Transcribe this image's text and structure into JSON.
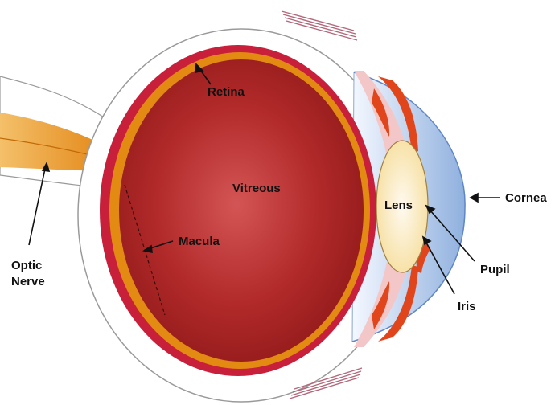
{
  "diagram": {
    "labels": {
      "retina": "Retina",
      "vitreous": "Vitreous",
      "macula": "Macula",
      "lens": "Lens",
      "cornea": "Cornea",
      "pupil": "Pupil",
      "iris": "Iris",
      "optic_nerve_line1": "Optic",
      "optic_nerve_line2": "Nerve"
    },
    "colors": {
      "sclera_outline": "#9a9a9a",
      "choroid": "#c81f3a",
      "retina_layer": "#e38a12",
      "vitreous_center": "#cf4a4a",
      "vitreous_edge": "#9b1c1c",
      "lens_fill": "#fbeec4",
      "cornea_fill": "#bcd2ee",
      "iris_muscle": "#e0451c",
      "optic_nerve": "#e48a10"
    }
  }
}
